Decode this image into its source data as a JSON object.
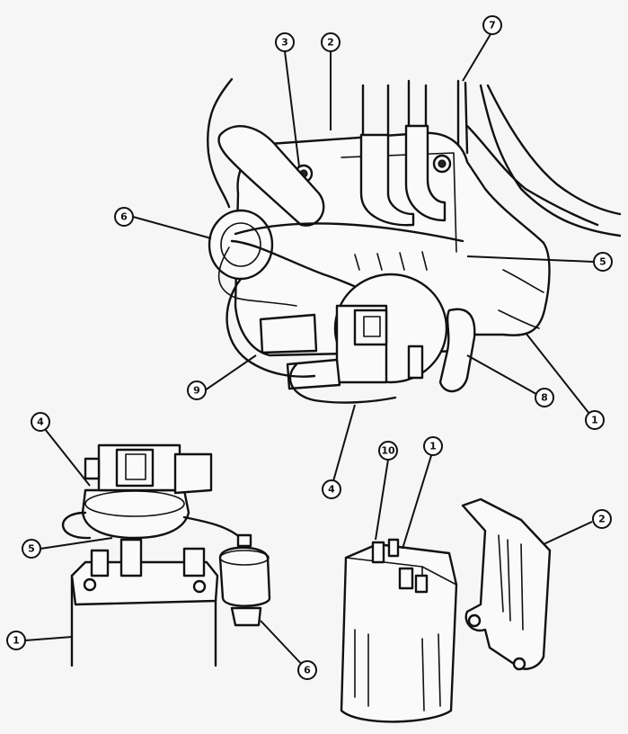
{
  "callouts": {
    "c3": "3",
    "c2_top": "2",
    "c7": "7",
    "c6_top": "6",
    "c5_top": "5",
    "c9": "9",
    "c8": "8",
    "c1_right": "1",
    "c4_mid": "4",
    "c4_left": "4",
    "c10": "10",
    "c1_mid": "1",
    "c2_right": "2",
    "c5_left": "5",
    "c1_left": "1",
    "c6_bottom": "6"
  },
  "colors": {
    "line": "#111111",
    "background": "#f6f6f6",
    "callout_fill": "#ffffff"
  }
}
